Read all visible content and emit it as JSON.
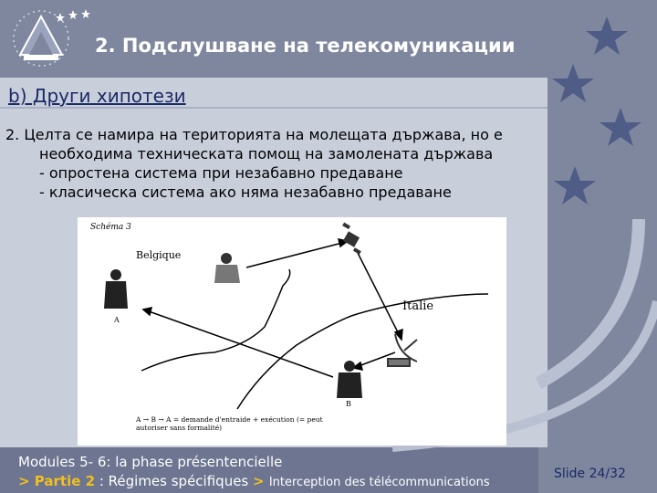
{
  "header": {
    "title": "2. Подслушване на телекомуникации"
  },
  "subtitle": "b) Други хипотези",
  "body": {
    "line1": "2.  Целта се намира на територията на молещата държава, но е",
    "line2": "необходима техническата помощ на замолената държава",
    "line3": "- опростена система при незабавно предаване",
    "line4": "- класическа система ако няма незабавно предаване"
  },
  "figure": {
    "schema_label": "Schéma 3",
    "belgique": "Belgique",
    "italie": "Italie",
    "label_a": "A",
    "label_b": "B",
    "caption_line1": "A → B → A = demande d'entraide + exécution (= peut",
    "caption_line2": "autoriser sans formalité)"
  },
  "footer": {
    "line1": "Modules 5- 6: la phase présentencielle",
    "marker1": "> ",
    "part": "Partie 2",
    "part_rest": "  : Régimes spécifiques ",
    "marker2": "> ",
    "section": "Interception des télécommunications",
    "slide": "Slide 24/32"
  },
  "colors": {
    "banner": "#7f879f",
    "panel": "#c9cedb",
    "accent": "#f0c020",
    "title_blue": "#1a2a66"
  },
  "icons": [
    "logo-emblem-icon",
    "satellite-icon",
    "satellite-dish-icon",
    "person-icon"
  ]
}
